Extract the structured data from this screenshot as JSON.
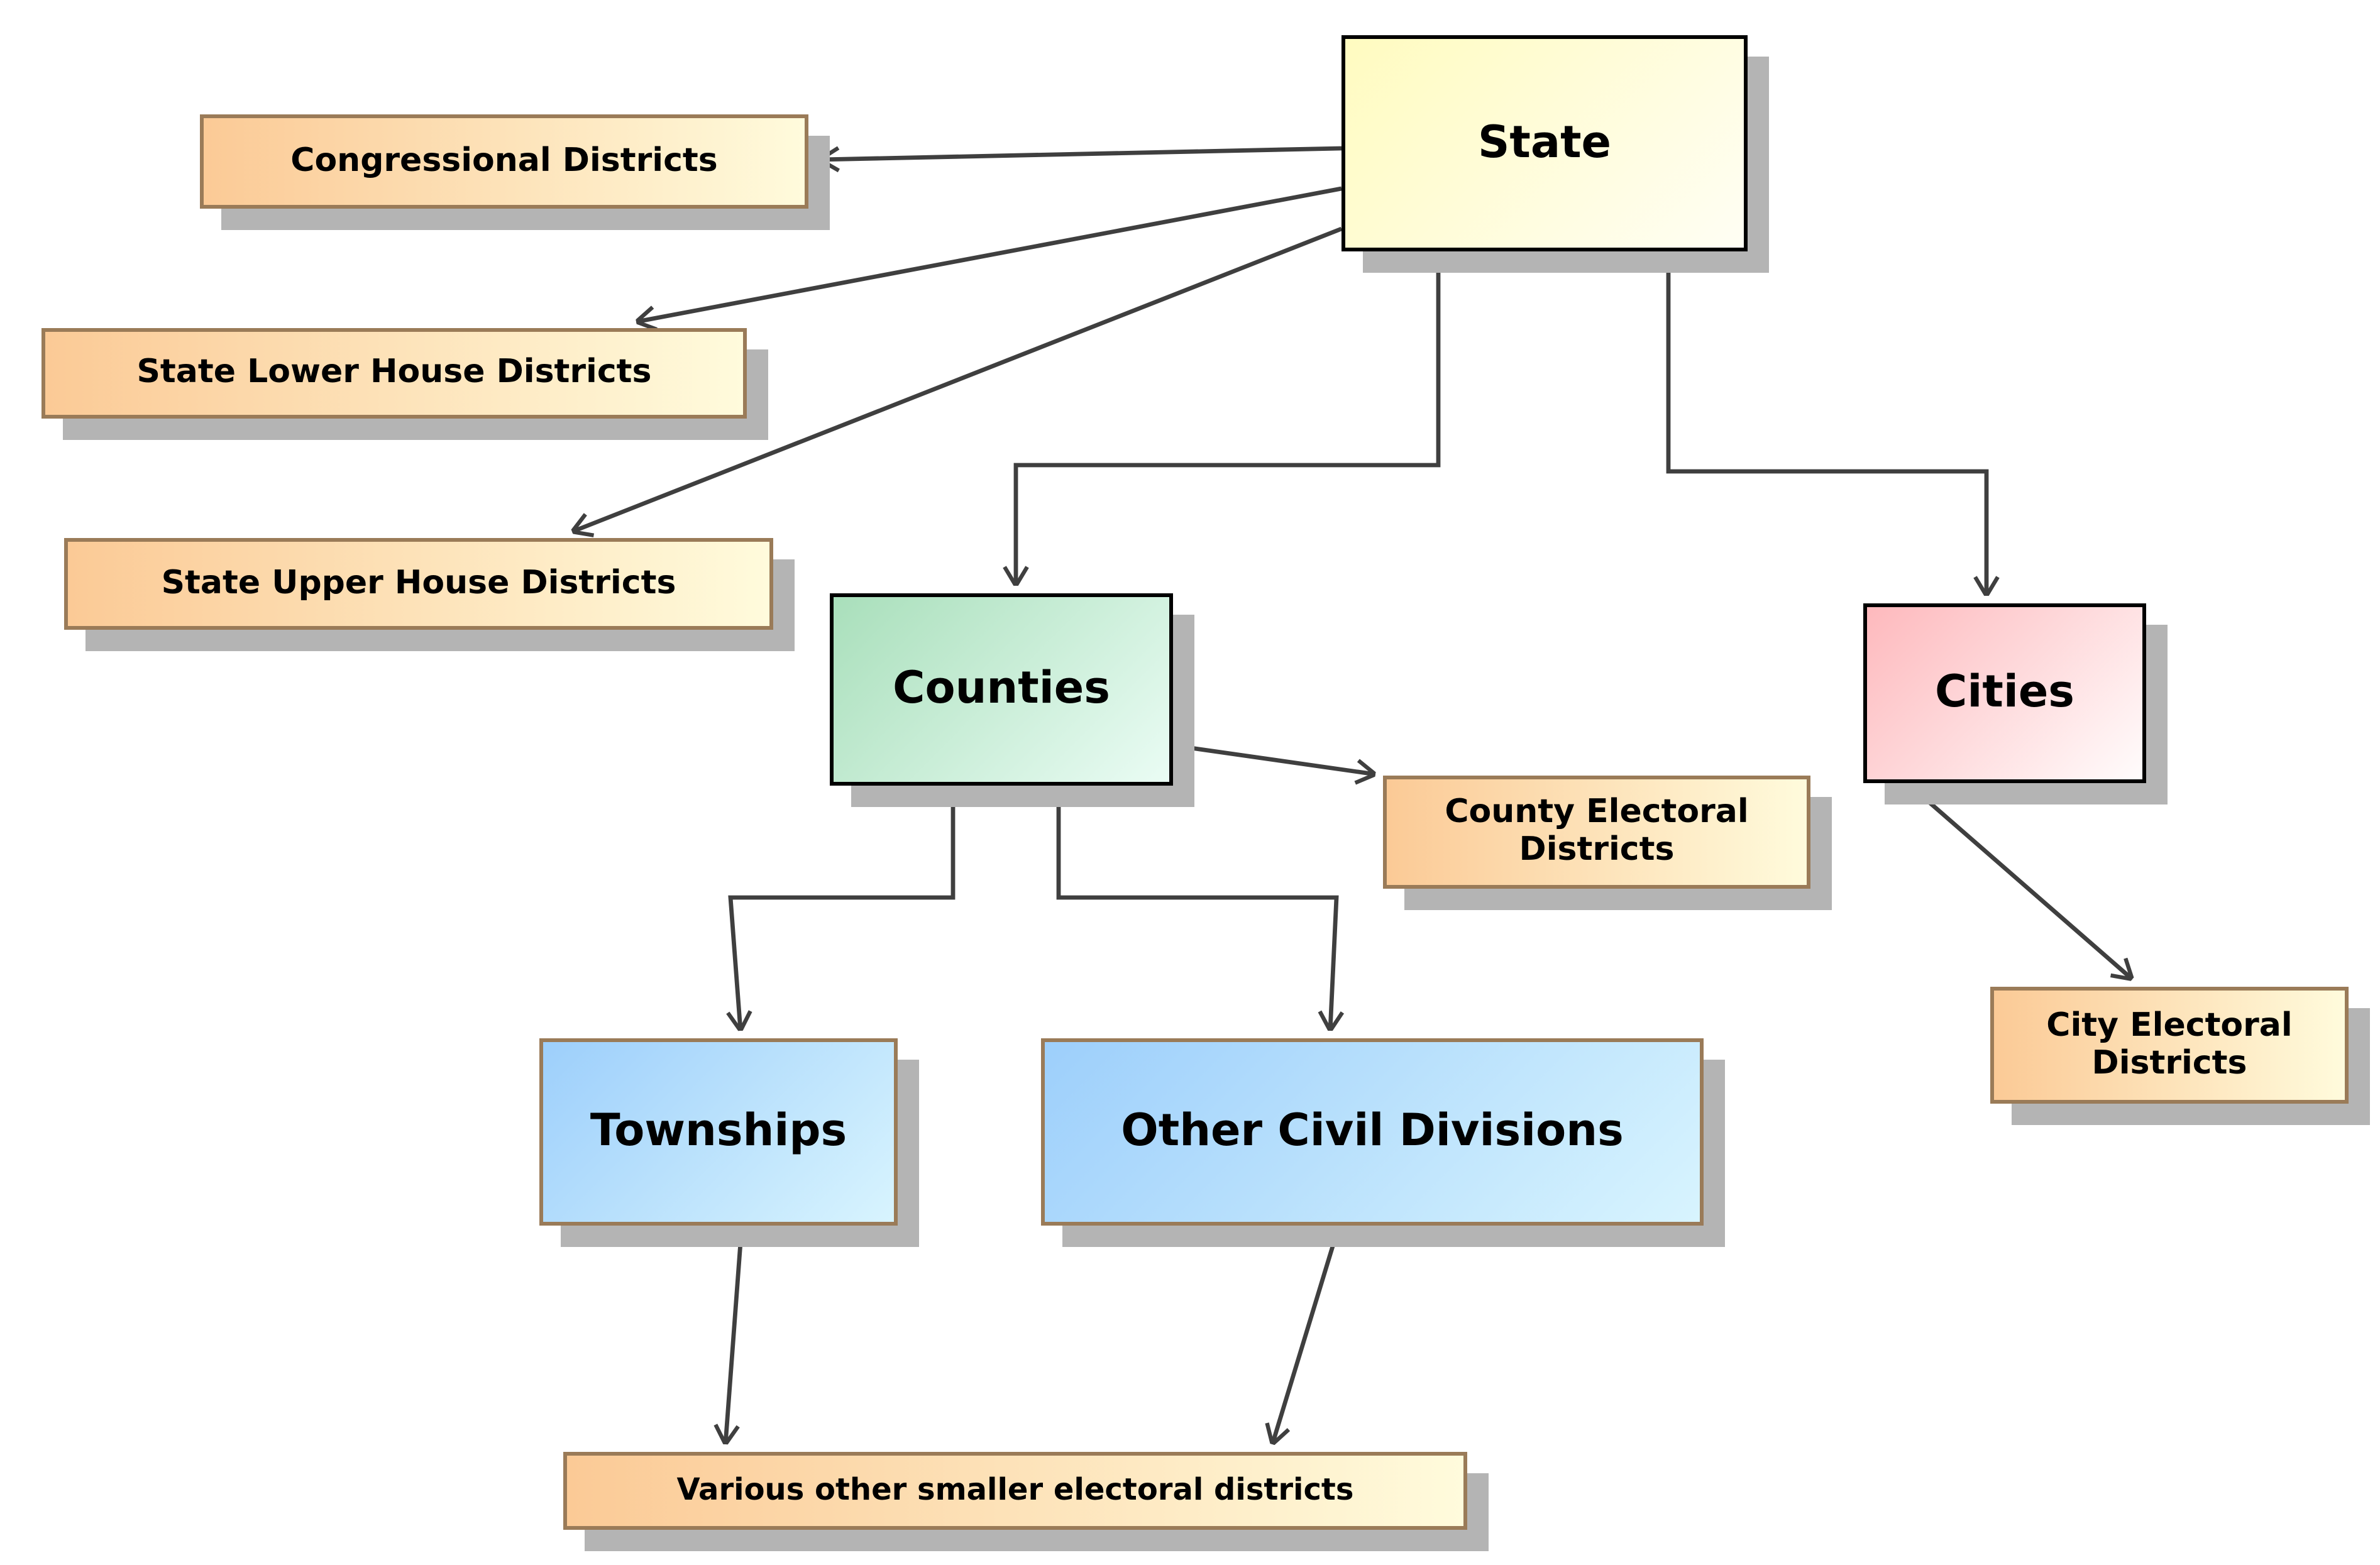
{
  "diagram": {
    "nodes": {
      "state": {
        "label": "State",
        "fill_start": "#fffbc0",
        "fill_end": "#fffef4",
        "border": "#000000"
      },
      "congressional": {
        "label": "Congressional Districts",
        "fill_start": "#fbca96",
        "fill_end": "#fffbdc",
        "border": "#9a7b58"
      },
      "lower_house": {
        "label": "State Lower House Districts",
        "fill_start": "#fbca96",
        "fill_end": "#fffbdc",
        "border": "#9a7b58"
      },
      "upper_house": {
        "label": "State Upper House Districts",
        "fill_start": "#fbca96",
        "fill_end": "#fffbdc",
        "border": "#9a7b58"
      },
      "counties": {
        "label": "Counties",
        "fill_start": "#a9dfbb",
        "fill_end": "#eafcf4",
        "border": "#000000"
      },
      "cities": {
        "label": "Cities",
        "fill_start": "#feb9bd",
        "fill_end": "#fffcfc",
        "border": "#000000"
      },
      "county_electoral": {
        "label": "County Electoral Districts",
        "fill_start": "#fbca96",
        "fill_end": "#fffbdc",
        "border": "#9a7b58"
      },
      "city_electoral": {
        "label": "City Electoral Districts",
        "fill_start": "#fbca96",
        "fill_end": "#fffbdc",
        "border": "#9a7b58"
      },
      "townships": {
        "label": "Townships",
        "fill_start": "#9dcffb",
        "fill_end": "#d8f4fe",
        "border": "#9a7b58"
      },
      "other_civil": {
        "label": "Other Civil Divisions",
        "fill_start": "#9dcffb",
        "fill_end": "#d8f4fe",
        "border": "#9a7b58"
      },
      "various": {
        "label": "Various other smaller electoral districts",
        "fill_start": "#fbca96",
        "fill_end": "#fffbdc",
        "border": "#9a7b58"
      }
    },
    "edges": [
      {
        "from": "state",
        "to": "congressional"
      },
      {
        "from": "state",
        "to": "lower_house"
      },
      {
        "from": "state",
        "to": "upper_house"
      },
      {
        "from": "state",
        "to": "counties"
      },
      {
        "from": "state",
        "to": "cities"
      },
      {
        "from": "counties",
        "to": "county_electoral"
      },
      {
        "from": "counties",
        "to": "townships"
      },
      {
        "from": "counties",
        "to": "other_civil"
      },
      {
        "from": "cities",
        "to": "city_electoral"
      },
      {
        "from": "townships",
        "to": "various"
      },
      {
        "from": "other_civil",
        "to": "various"
      }
    ],
    "colors": {
      "edge": "#3f3f3f",
      "shadow": "#b4b4b4",
      "background": "#ffffff",
      "text": "#000000"
    }
  }
}
